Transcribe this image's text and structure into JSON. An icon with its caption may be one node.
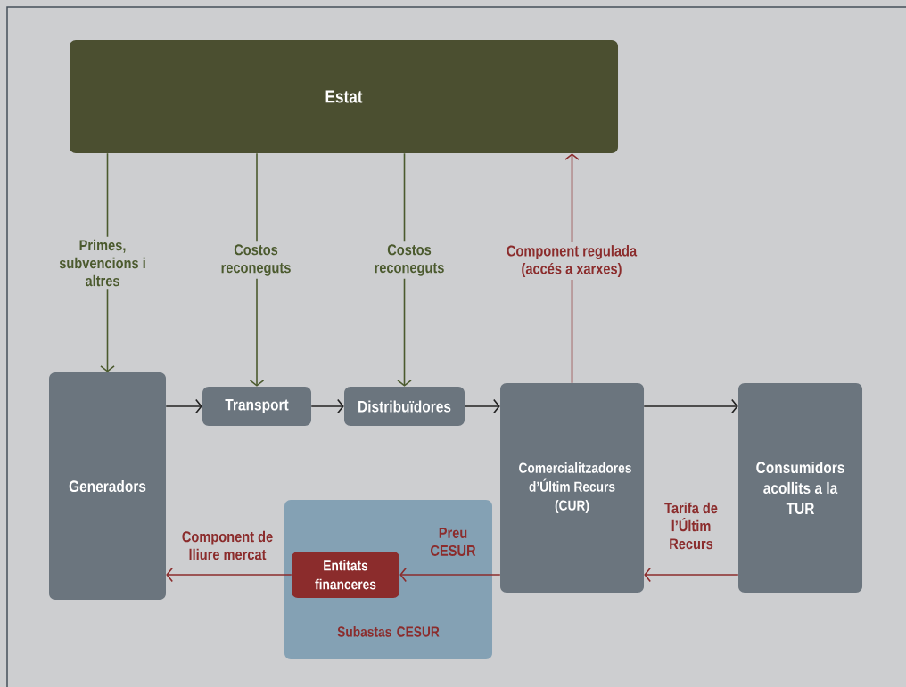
{
  "diagram": {
    "nodes": [
      {
        "text": [
          "Estat"
        ]
      },
      {
        "text": [
          "Generadors"
        ]
      },
      {
        "text": [
          "Transport"
        ]
      },
      {
        "text": [
          "Distribuïdores"
        ]
      },
      {
        "text": [
          "Comercialitzadores d’Últim Recurs (CUR)"
        ]
      },
      {
        "text": [
          "Consumidors acollits a la TUR"
        ]
      },
      {
        "text": [
          "Subastas CESUR"
        ]
      },
      {
        "text": [
          "Entitats financeres"
        ],
        "in": 6
      }
    ],
    "edges": [
      {
        "from": 0,
        "to": 1,
        "arrow": "to",
        "label": "Primes, subvencions i altres",
        "color": "#4b5a2e"
      },
      {
        "from": 0,
        "to": 2,
        "arrow": "to",
        "label": "Costos reconeguts",
        "color": "#4b5a2e"
      },
      {
        "from": 0,
        "to": 3,
        "arrow": "to",
        "label": "Costos reconeguts",
        "color": "#4b5a2e"
      },
      {
        "from": 4,
        "to": 0,
        "arrow": "to",
        "label": "Component regulada (accés a xarxes)",
        "color": "#8b2c2c"
      },
      {
        "from": 1,
        "to": 2,
        "arrow": "to",
        "color": "#222222"
      },
      {
        "from": 2,
        "to": 3,
        "arrow": "to",
        "color": "#222222"
      },
      {
        "from": 3,
        "to": 4,
        "arrow": "to",
        "color": "#222222"
      },
      {
        "from": 4,
        "to": 5,
        "arrow": "to",
        "color": "#222222"
      },
      {
        "from": 5,
        "to": 4,
        "arrow": "to",
        "label": "Tarifa de l’Últim Recurs",
        "color": "#8b2c2c"
      },
      {
        "from": 4,
        "to": 7,
        "arrow": "to",
        "label": "Preu CESUR",
        "color": "#8b2c2c"
      },
      {
        "from": 7,
        "to": 1,
        "arrow": "to",
        "label": "Component de lliure mercat",
        "color": "#8b2c2c"
      }
    ]
  }
}
